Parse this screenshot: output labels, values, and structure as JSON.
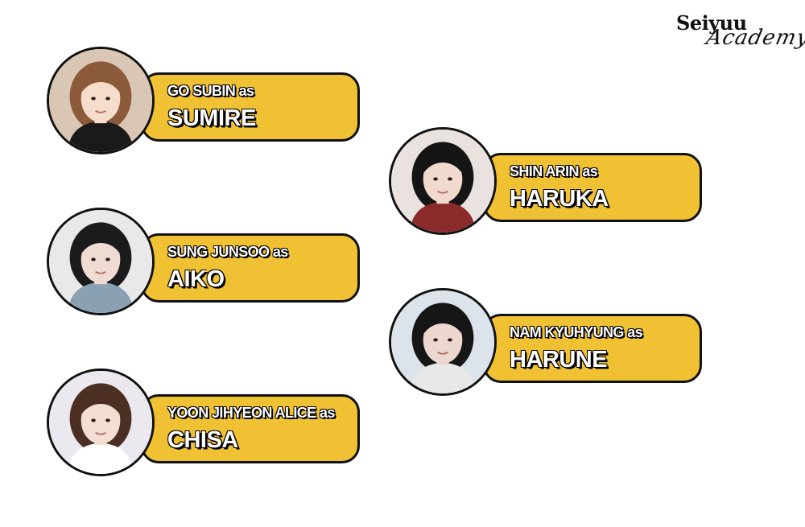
{
  "logo": {
    "line1": "Seiyuu",
    "line2": "Academy"
  },
  "cast": [
    {
      "actor": "GO SUBIN as",
      "role": "SUMIRE",
      "bg": "#d9c6b4",
      "hair": "#8a5a3a",
      "skin": "#f6dccb",
      "outfit": "#1a1a1a"
    },
    {
      "actor": "SHIN ARIN as",
      "role": "HARUKA",
      "bg": "#e9e2de",
      "hair": "#151515",
      "skin": "#f1d9cd",
      "outfit": "#8b2a2a"
    },
    {
      "actor": "SUNG JUNSOO as",
      "role": "AIKO",
      "bg": "#e9e9e9",
      "hair": "#1b1b1b",
      "skin": "#eedbd2",
      "outfit": "#8aa0b3"
    },
    {
      "actor": "NAM KYUHYUNG as",
      "role": "HARUNE",
      "bg": "#dde3ea",
      "hair": "#161616",
      "skin": "#ecd8cf",
      "outfit": "#e8e8e8"
    },
    {
      "actor": "YOON JIHYEON ALICE as",
      "role": "CHISA",
      "bg": "#ece8ef",
      "hair": "#4a2f22",
      "skin": "#f4ddd2",
      "outfit": "#ffffff"
    }
  ]
}
